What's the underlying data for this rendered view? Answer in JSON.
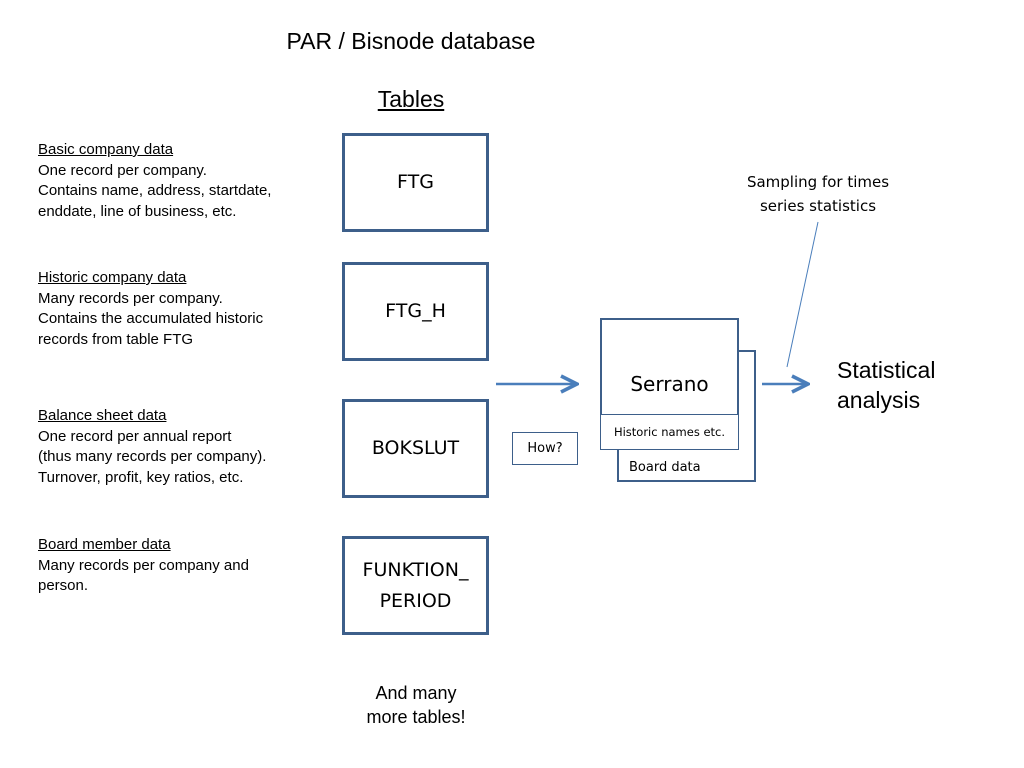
{
  "title": "PAR / Bisnode database",
  "tables_heading": "Tables",
  "descriptions": [
    {
      "heading": "Basic company data",
      "lines": [
        "One record per company.",
        "Contains name, address, startdate,",
        "enddate, line of business, etc."
      ]
    },
    {
      "heading": "Historic company data",
      "lines": [
        "Many records per company.",
        "Contains the accumulated historic",
        "records from table FTG"
      ]
    },
    {
      "heading": "Balance sheet data",
      "lines": [
        "One record per annual report",
        "(thus many records per company).",
        "Turnover, profit, key ratios, etc."
      ]
    },
    {
      "heading": "Board member data",
      "lines": [
        "Many records per company and",
        "person."
      ]
    }
  ],
  "tables": [
    "FTG",
    "FTG_H",
    "BOKSLUT",
    "FUNKTION_\nPERIOD"
  ],
  "more_tables": "And many\nmore tables!",
  "how_label": "How?",
  "serrano": {
    "label": "Serrano",
    "historic_label": "Historic names etc.",
    "board_label": "Board data"
  },
  "sampling_note": "Sampling for times\nseries statistics",
  "output_label": "Statistical\nanalysis",
  "colors": {
    "box_border": "#3d5f8a",
    "arrow": "#4a7ebb",
    "text": "#000000"
  }
}
